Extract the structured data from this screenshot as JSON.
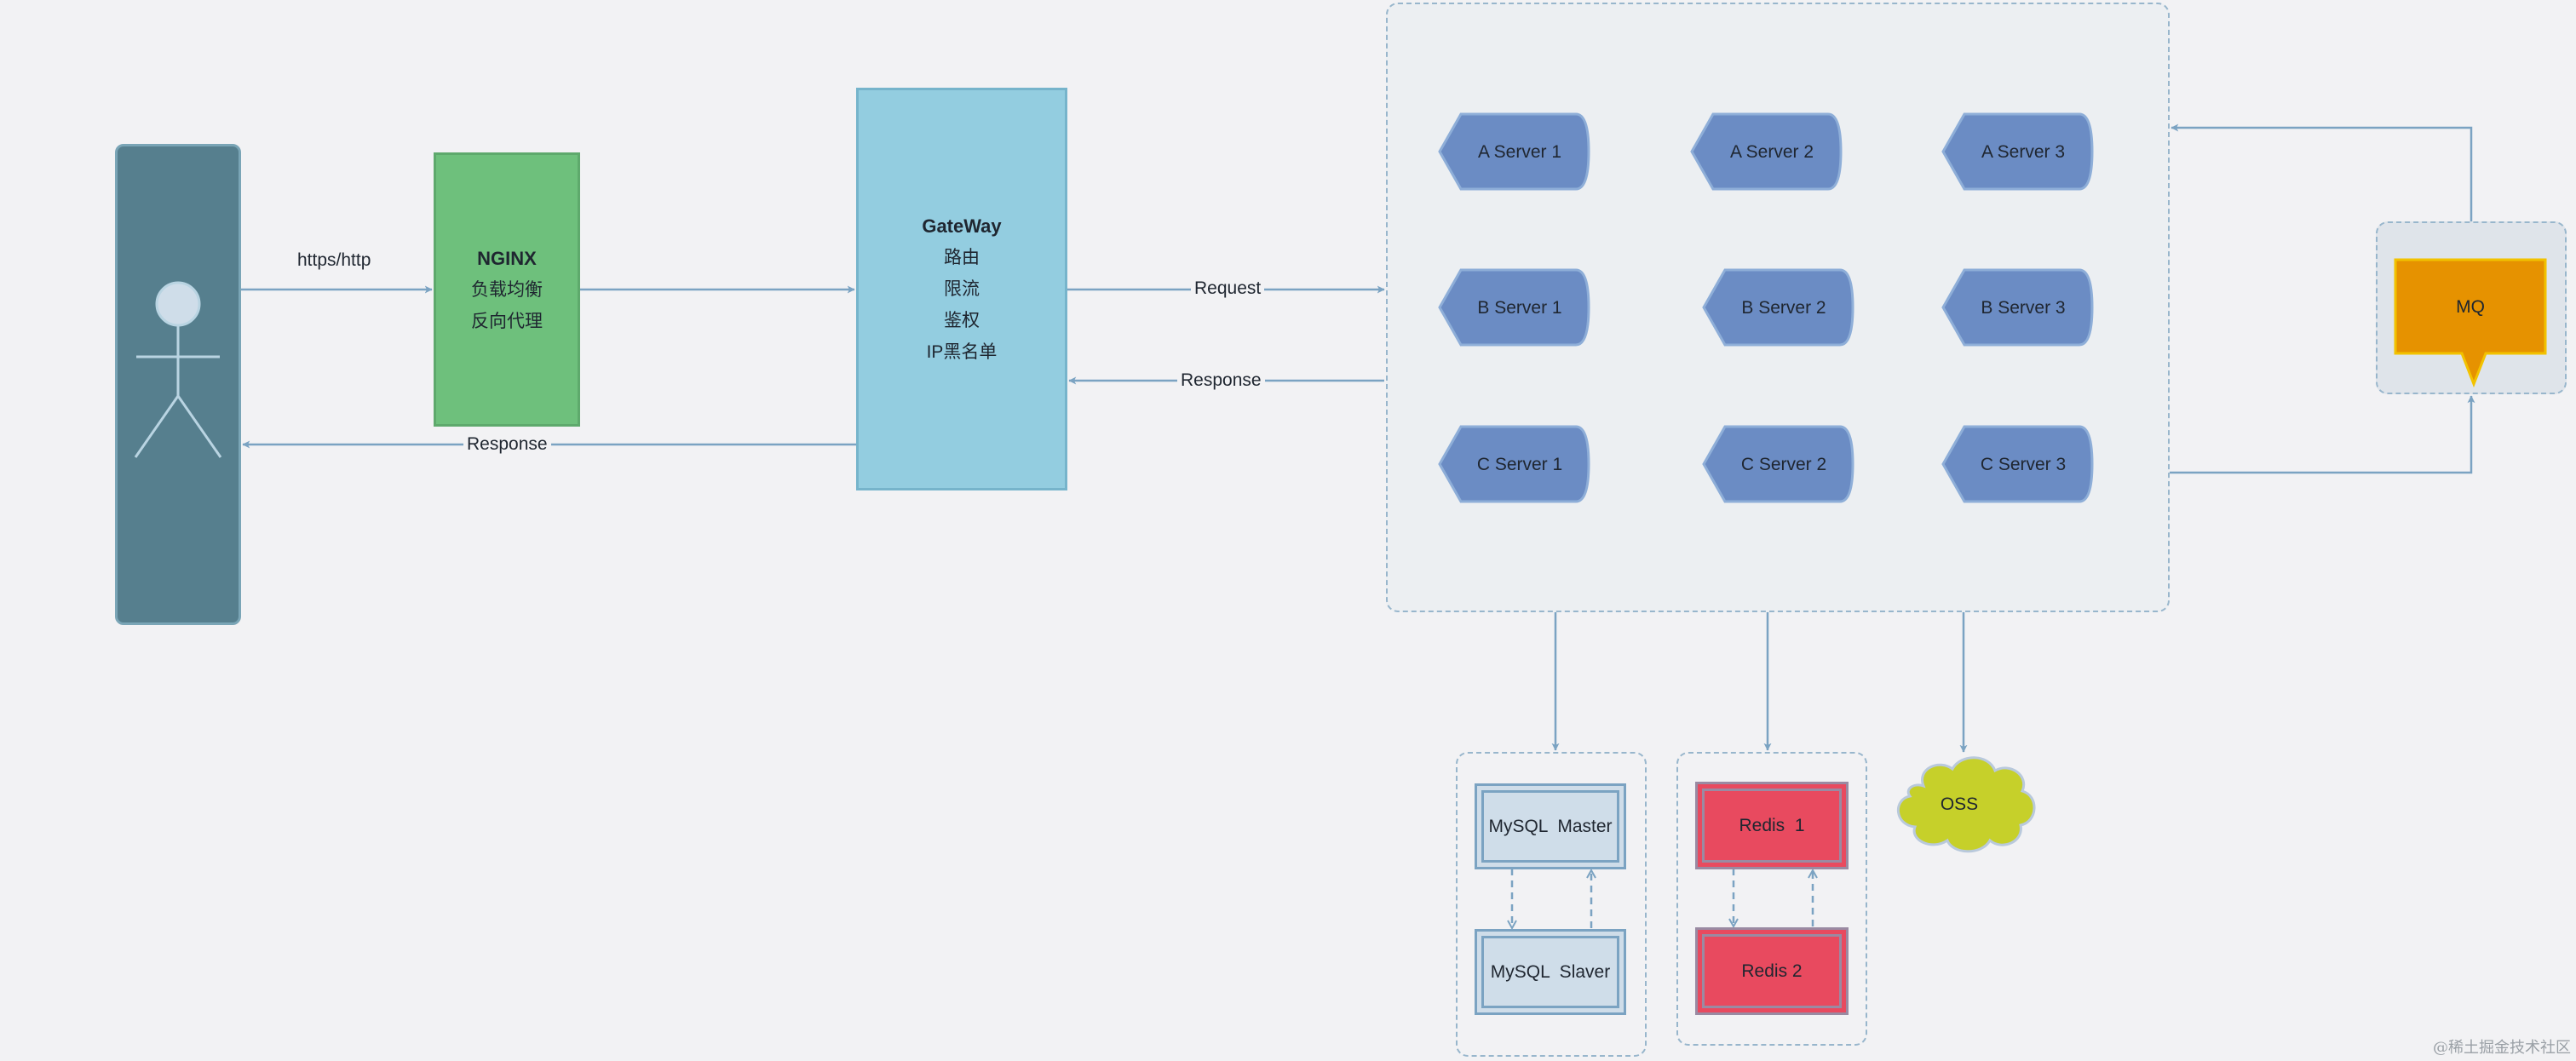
{
  "colors": {
    "background": "#f2f2f4",
    "user_panel": "#567f8e",
    "nginx": "#6ec07c",
    "gateway": "#93cde0",
    "server": "#6b8cc4",
    "mysql": "#cfdde9",
    "redis": "#e84a5f",
    "oss": "#c6d02a",
    "mq": "#e69200",
    "connector": "#7ba3c2"
  },
  "client": {
    "icon": "stick-figure-icon"
  },
  "nginx": {
    "title": "NGINX",
    "line1": "负载均衡",
    "line2": "反向代理"
  },
  "gateway": {
    "title": "GateWay",
    "line1": "路由",
    "line2": "限流",
    "line3": "鉴权",
    "line4": "IP黑名单"
  },
  "edges": {
    "https_label": "https/http",
    "request_label": "Request",
    "response_gateway_label": "Response",
    "response_client_label": "Response"
  },
  "servers": {
    "a1": "A Server 1",
    "a2": "A Server 2",
    "a3": "A Server 3",
    "b1": "B Server 1",
    "b2": "B Server 2",
    "b3": "B Server 3",
    "c1": "C Server 1",
    "c2": "C Server 2",
    "c3": "C Server 3"
  },
  "mysql": {
    "master": "MySQL  Master",
    "slave": "MySQL  Slaver"
  },
  "redis": {
    "r1": "Redis  1",
    "r2": "Redis 2"
  },
  "oss": {
    "label": "OSS",
    "icon": "cloud-icon"
  },
  "mq": {
    "label": "MQ",
    "icon": "speech-bubble-icon"
  },
  "watermark": "@稀土掘金技术社区"
}
